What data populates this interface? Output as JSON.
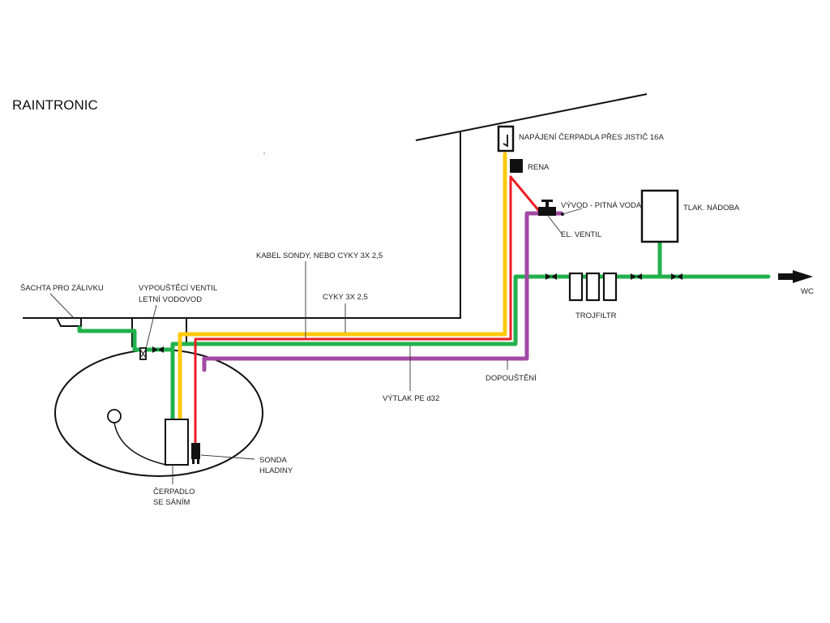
{
  "title": "RAINTRONIC",
  "colors": {
    "water_pipe": "#22b14c",
    "supply_cable": "#ffc90e",
    "probe_cable": "#ed1c24",
    "refill_pipe": "#a349a4",
    "outline": "#111111"
  },
  "labels": {
    "power": "NAPÁJENÍ ČERPADLA PŘES JISTIČ 16A",
    "rena": "RENA",
    "outlet": "VÝVOD - PITNÁ VODA",
    "el_valve": "EL. VENTIL",
    "pressure_vessel": "TLAK. NÁDOBA",
    "triple_filter": "TROJFILTR",
    "wc": "WC",
    "probe_cable": "KABEL SONDY, NEBO CYKY 3X 2,5",
    "supply_cable": "CYKY 3X 2,5",
    "shaft": "ŠACHTA PRO ZÁLIVKU",
    "drain_valve_line1": "VYPOUŠTĚCÍ  VENTIL",
    "drain_valve_line2": "LETNÍ VODOVOD",
    "discharge": "VÝTLAK PE d32",
    "refill": "DOPOUŠTĚNÍ",
    "pump_line1": "ČERPADLO",
    "pump_line2": "SE SÁNÍM",
    "probe_line1": "SONDA",
    "probe_line2": "HLADINY"
  }
}
